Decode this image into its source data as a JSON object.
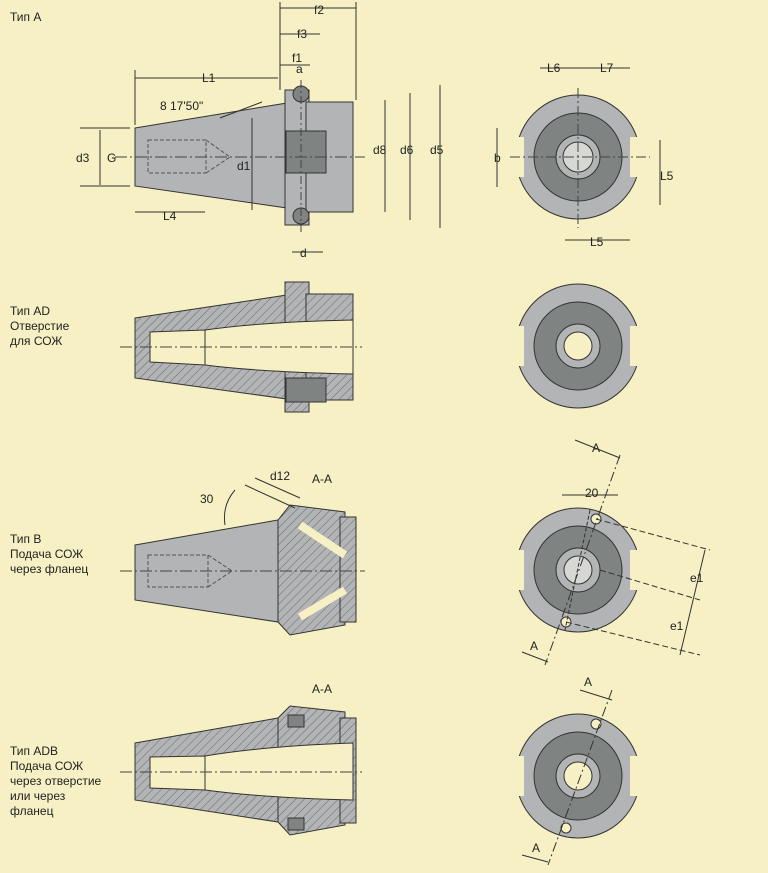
{
  "types": [
    {
      "id": "A",
      "lines": [
        "Тип A"
      ]
    },
    {
      "id": "AD",
      "lines": [
        "Тип AD",
        "Отверстие",
        "для СОЖ"
      ]
    },
    {
      "id": "B",
      "lines": [
        "Тип B",
        "Подача СОЖ",
        "через фланец"
      ]
    },
    {
      "id": "ADB",
      "lines": [
        "Тип ADB",
        "Подача СОЖ",
        "через отверстие",
        "или через",
        "фланец"
      ]
    }
  ],
  "dims": {
    "f2": "f2",
    "f3": "f3",
    "f1": "f1",
    "a": "a",
    "L1": "L1",
    "angle": "8 17'50\"",
    "d3": "d3",
    "G": "G",
    "d1": "d1",
    "d8": "d8",
    "d6": "d6",
    "d5": "d5",
    "L4": "L4",
    "d": "d",
    "L6": "L6",
    "L7": "L7",
    "b": "b",
    "L5_side": "L5",
    "L5_bottom": "L5",
    "d12": "d12",
    "section_B": "A-A",
    "angle_30": "30",
    "angle_20": "20",
    "e1_top": "e1",
    "e1_bottom": "e1",
    "sec_A_top": "A",
    "sec_A_bottom": "A",
    "section_ADB": "A-A",
    "sec_A_top2": "A",
    "sec_A_bottom2": "A"
  },
  "colors": {
    "background": "#f6f0c4",
    "metal": "#b3b4b6",
    "dark_ring": "#7f8482",
    "line": "#222222"
  }
}
